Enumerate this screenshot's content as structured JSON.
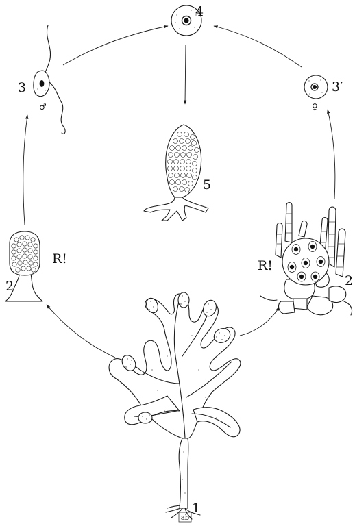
{
  "stage_labels": {
    "sporophyte": "1",
    "male_gametangium": "2",
    "female_gametangium": "2",
    "male_gamete": "3",
    "female_gamete": "3′",
    "zygote": "4",
    "germling": "5"
  },
  "meiosis_marks": {
    "left": "R!",
    "right": "R!"
  },
  "sex_symbols": {
    "male": "♂",
    "female": "♀"
  },
  "signature": "ab"
}
